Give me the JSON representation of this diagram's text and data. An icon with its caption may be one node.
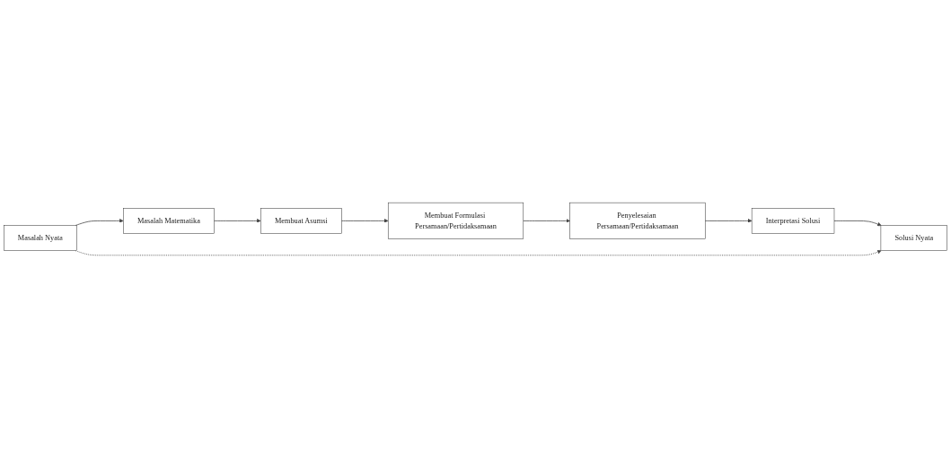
{
  "diagram": {
    "nodes": [
      {
        "text": [
          "Masalah Nyata"
        ]
      },
      {
        "text": [
          "Masalah Matematika"
        ]
      },
      {
        "text": [
          "Membuat Asumsi"
        ]
      },
      {
        "text": [
          "Membuat Formulasi Persamaan/Pertidaksamaan"
        ]
      },
      {
        "text": [
          "Solusi Nyata"
        ]
      },
      {
        "text": [
          "Interpretasi Solusi"
        ]
      },
      {
        "text": [
          "Penyelesaian Persamaan/Pertidaksamaan"
        ]
      }
    ],
    "edges": [
      {
        "from": 0,
        "to": 1,
        "arrow": "to"
      },
      {
        "from": 1,
        "to": 2,
        "arrow": "to"
      },
      {
        "from": 2,
        "to": 3,
        "arrow": "to"
      },
      {
        "from": 3,
        "to": 6,
        "arrow": "to"
      },
      {
        "from": 6,
        "to": 5,
        "arrow": "to"
      },
      {
        "from": 5,
        "to": 4,
        "arrow": "to"
      },
      {
        "from": 0,
        "to": 4,
        "arrow": "to",
        "style": "dashed"
      }
    ]
  }
}
